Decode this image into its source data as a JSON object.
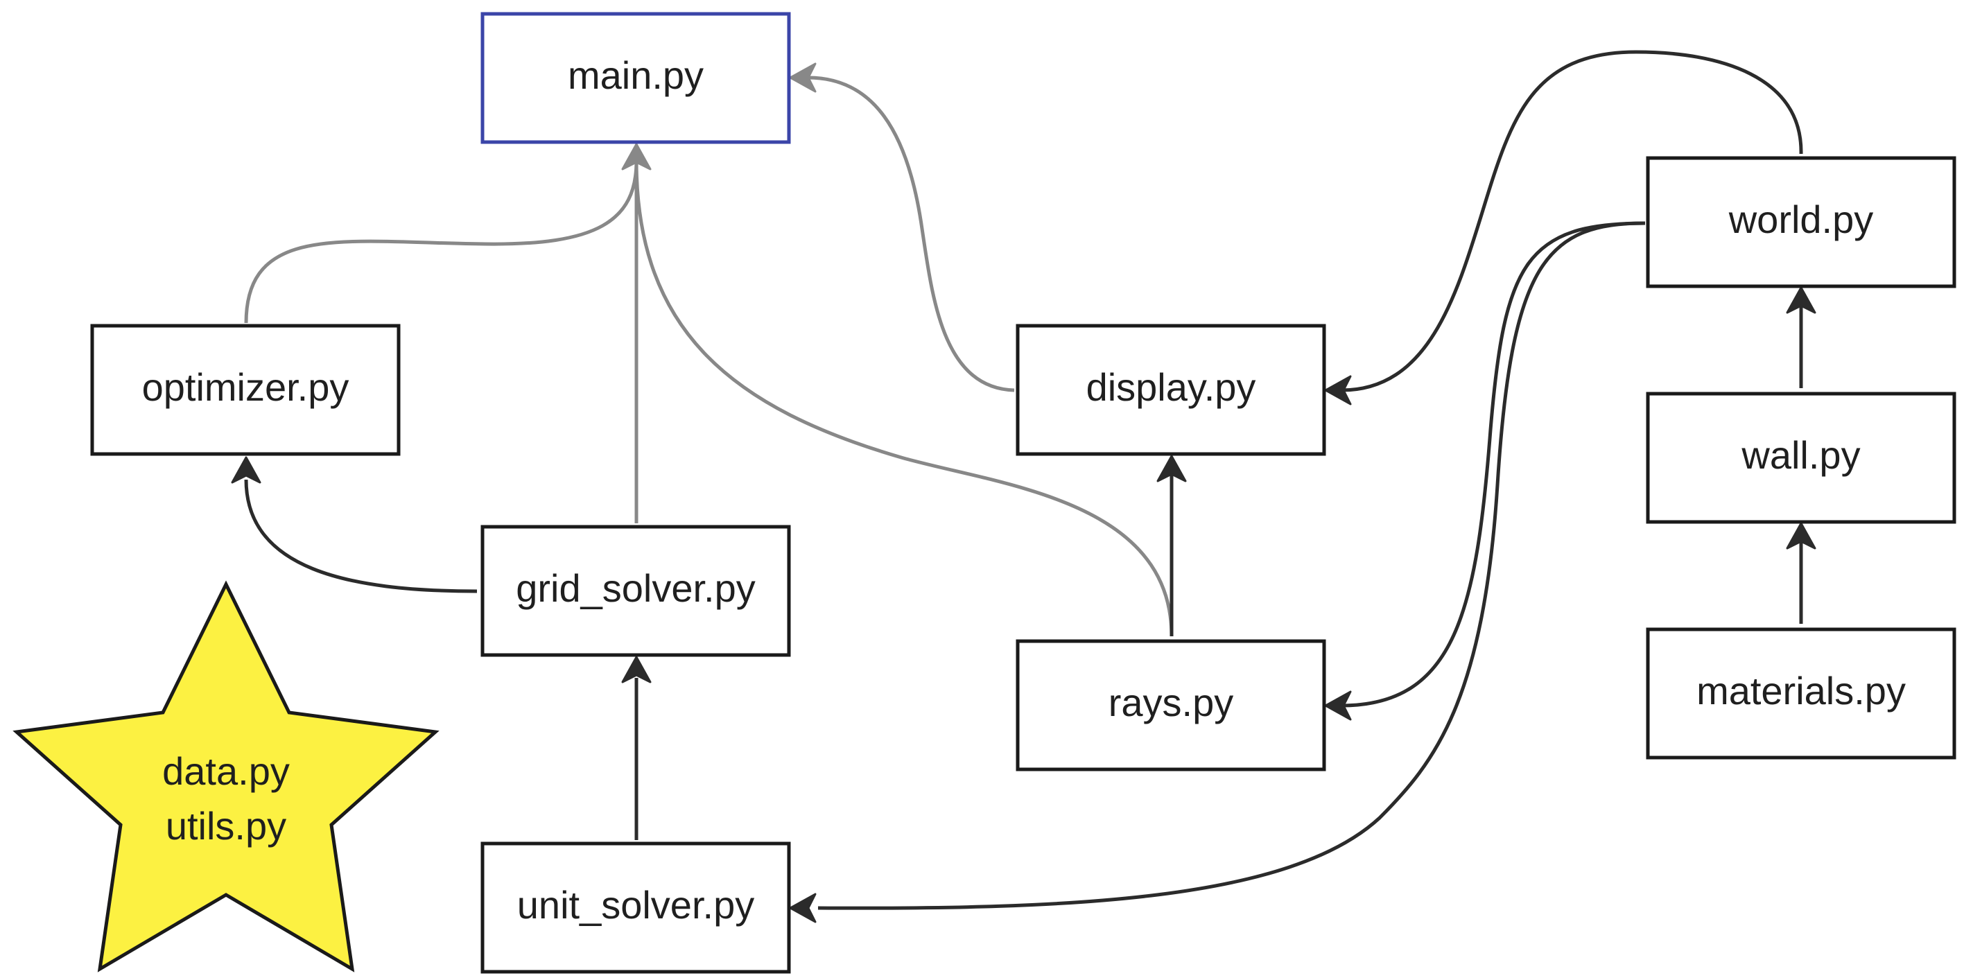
{
  "diagram": {
    "colors": {
      "background": "#ffffff",
      "box_stroke": "#1a1a1a",
      "main_box_stroke": "#3b45a8",
      "dark_edge": "#2b2b2b",
      "gray_edge": "#888888",
      "star_fill": "#fcf142",
      "text": "#1f1f1f"
    },
    "nodes": {
      "main": "main.py",
      "optimizer": "optimizer.py",
      "grid_solver": "grid_solver.py",
      "unit_solver": "unit_solver.py",
      "display": "display.py",
      "rays": "rays.py",
      "world": "world.py",
      "wall": "wall.py",
      "materials": "materials.py"
    },
    "star": {
      "line1": "data.py",
      "line2": "utils.py"
    }
  }
}
